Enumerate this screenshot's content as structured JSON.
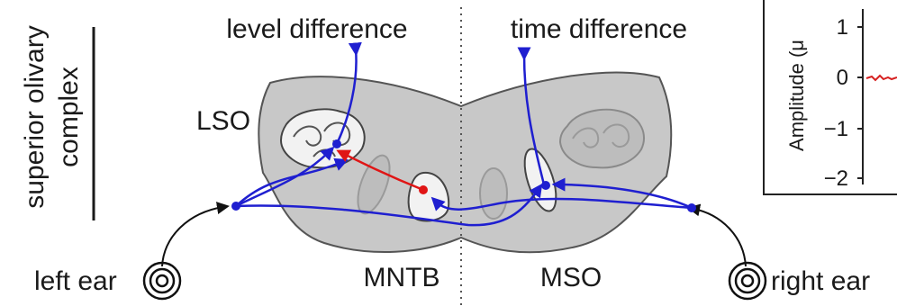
{
  "labels": {
    "side_title_line1": "superior olivary",
    "side_title_line2": "complex",
    "level_difference": "level difference",
    "time_difference": "time difference",
    "lso": "LSO",
    "mntb": "MNTB",
    "mso": "MSO",
    "left_ear": "left ear",
    "right_ear": "right ear"
  },
  "inset_plot": {
    "ylabel_fragment": "Amplitude (μ",
    "ticks": [
      "1",
      "0",
      "−1",
      "−2"
    ]
  },
  "colors": {
    "excitatory_pathway": "#1f1fd0",
    "inhibitory_pathway": "#e01515",
    "nucleus_fill": "#c8c8c8",
    "nucleus_outline": "#555555",
    "inset_trace": "#d62020"
  }
}
